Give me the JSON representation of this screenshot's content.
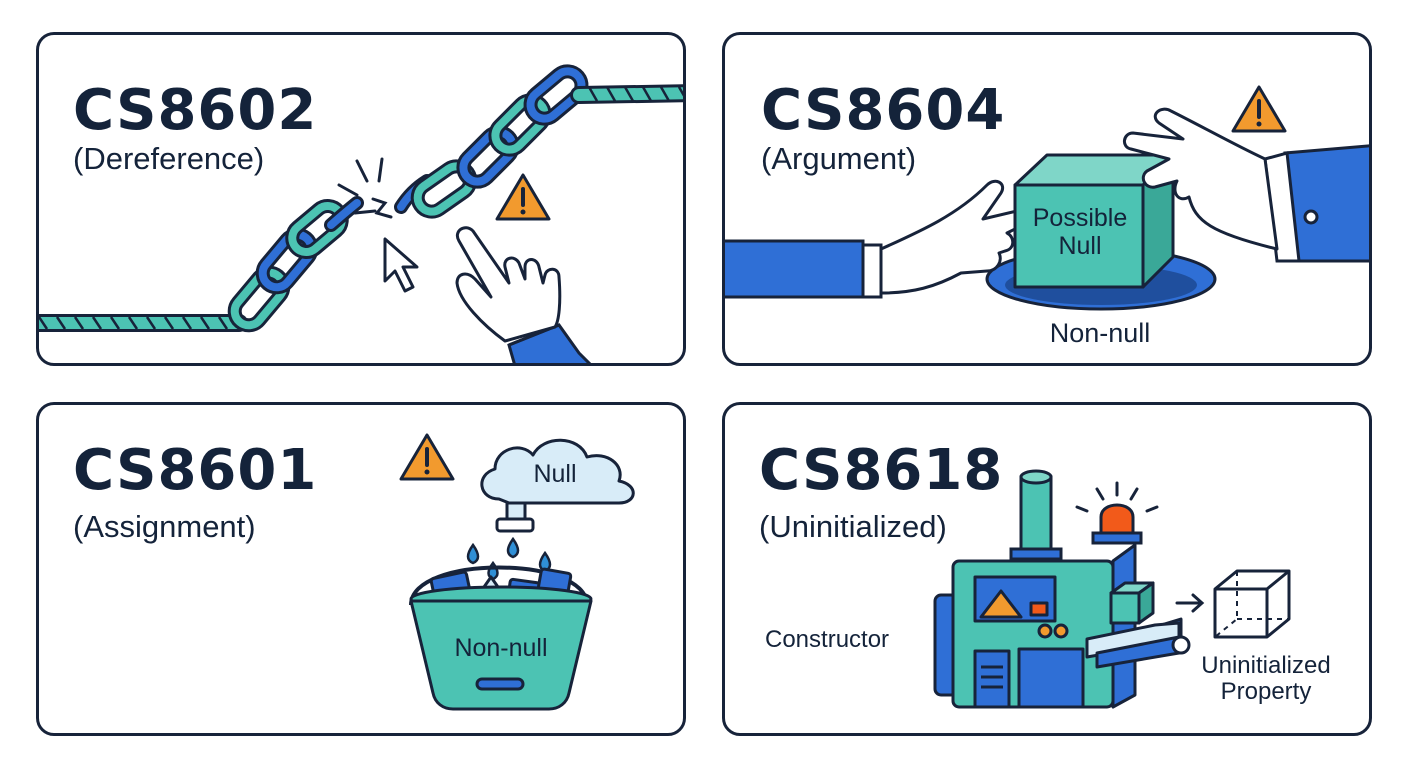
{
  "colors": {
    "outline": "#17233a",
    "blue": "#2f6fd6",
    "teal": "#4cc3b3",
    "warning": "#f29a2e",
    "cloud": "#d8ecf8",
    "red_light": "#f25a1a"
  },
  "panels": [
    {
      "code": "CS8602",
      "subtitle": "(Dereference)",
      "icons": [
        "broken-chain-icon",
        "cursor-icon",
        "pointing-hand-icon",
        "warning-icon"
      ]
    },
    {
      "code": "CS8604",
      "subtitle": "(Argument)",
      "box_label": "Possible Null",
      "hole_label": "Non-null",
      "icons": [
        "reaching-hands-icon",
        "box-icon",
        "hole-icon",
        "warning-icon"
      ]
    },
    {
      "code": "CS8601",
      "subtitle": "(Assignment)",
      "cloud_label": "Null",
      "bucket_label": "Non-null",
      "icons": [
        "cloud-icon",
        "faucet-icon",
        "bucket-icon",
        "warning-icon"
      ]
    },
    {
      "code": "CS8618",
      "subtitle": "(Uninitialized)",
      "machine_label": "Constructor",
      "output_label": "Uninitialized Property",
      "icons": [
        "factory-machine-icon",
        "alarm-light-icon",
        "empty-cube-icon"
      ]
    }
  ]
}
